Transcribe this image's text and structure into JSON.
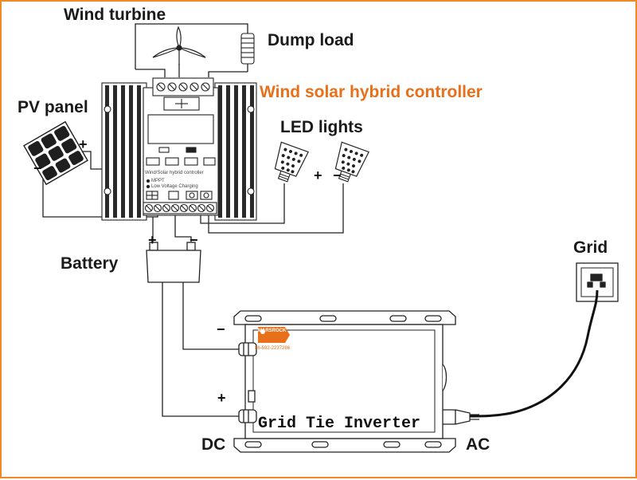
{
  "labels": {
    "wind_turbine": "Wind turbine",
    "dump_load": "Dump load",
    "controller": "Wind solar hybrid controller",
    "pv_panel": "PV panel",
    "led_lights": "LED lights",
    "battery": "Battery",
    "grid": "Grid",
    "inverter": "Grid  Tie  Inverter",
    "dc": "DC",
    "ac": "AC"
  },
  "signs": {
    "pv_plus": "+",
    "pv_minus": "−",
    "led_plus": "+",
    "led_minus": "−",
    "bat_plus": "+",
    "bat_minus": "−",
    "inv_minus": "−",
    "inv_plus": "+"
  },
  "controller_panel": {
    "line1": "Wind/Solar hybrid controller",
    "line2": "MPPT",
    "line3": "Low Voltage Charging"
  },
  "inverter_badge": {
    "brand": "MARSROCK",
    "phone": "86-592-2237286"
  },
  "colors": {
    "accent": "#e8701a",
    "border": "#f08a24",
    "wire": "#222222"
  }
}
